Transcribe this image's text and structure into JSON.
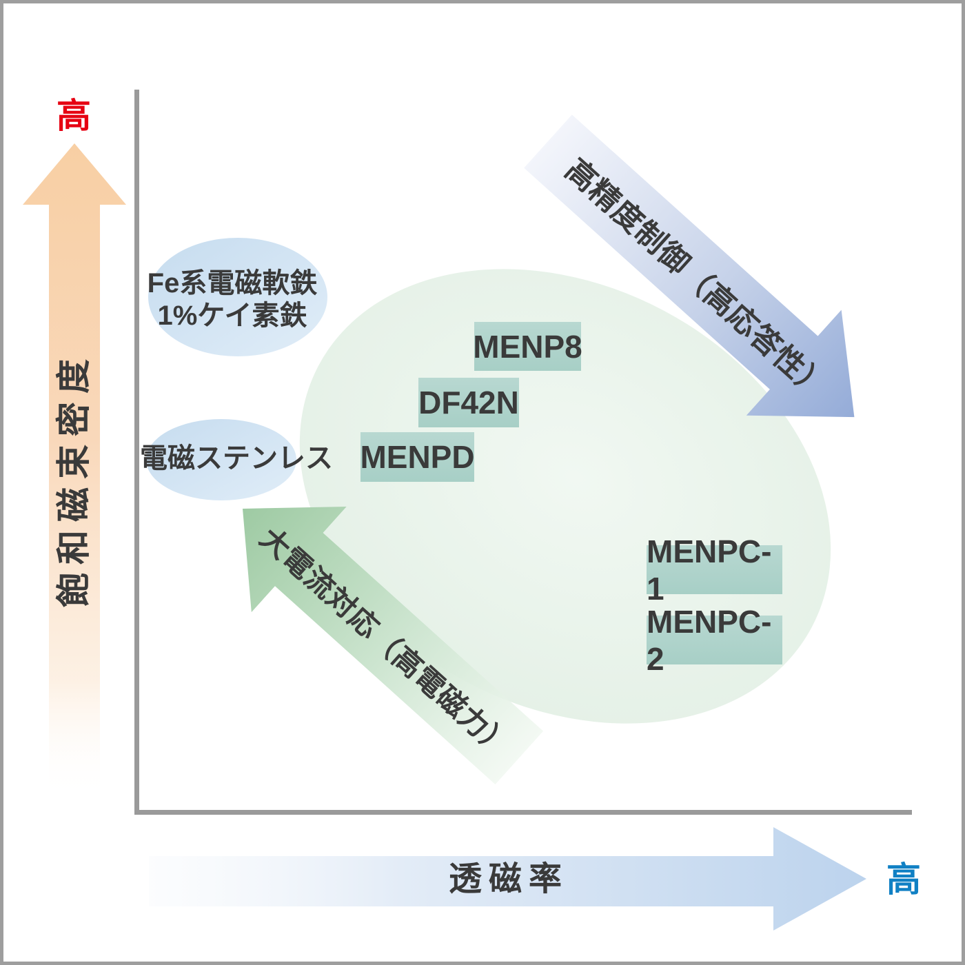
{
  "axes": {
    "y": {
      "label": "飽和磁束密度",
      "high": "高"
    },
    "x": {
      "label": "透磁率",
      "high": "高"
    }
  },
  "material_groups": [
    {
      "lines": [
        "Fe系電磁軟鉄",
        "1%ケイ素鉄"
      ]
    },
    {
      "lines": [
        "電磁ステンレス"
      ]
    }
  ],
  "products": [
    {
      "label": "MENP8"
    },
    {
      "label": "DF42N"
    },
    {
      "label": "MENPD"
    },
    {
      "label": "MENPC-1"
    },
    {
      "label": "MENPC-2"
    }
  ],
  "arrow_annotations": [
    {
      "label": "高精度制御（高応答性）"
    },
    {
      "label": "大電流対応（高電磁力）"
    }
  ],
  "colors": {
    "axis-gray": "#9a9a9a",
    "y-high-red": "#e60012",
    "x-high-blue": "#1080c4",
    "label-dark": "#3a3a3a",
    "product-box-teal": "#abd1c9",
    "orange-arrow": "#f8d0a6",
    "blue-diagonal-arrow": "#96add8",
    "green-diagonal-arrow": "#9ecaa3",
    "x-axis-arrow-blue": "#bcd3ed",
    "group-ellipse-blue": "#cfe2f2",
    "region-green": "#e8f3ea"
  }
}
